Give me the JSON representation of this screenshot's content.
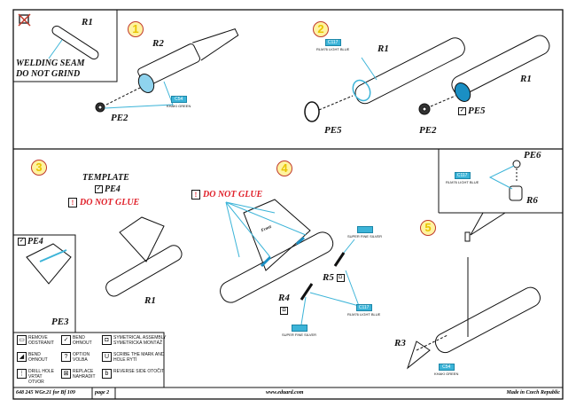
{
  "inset_top": {
    "label": "R1",
    "note_line1": "WELDING SEAM",
    "note_line2": "DO NOT GRIND"
  },
  "step1": {
    "number": "1",
    "part_main": "R2",
    "part_pe": "PE2",
    "paint": {
      "code": "C54",
      "name": "KHAKI GREEN"
    }
  },
  "step2": {
    "number": "2",
    "part_left": "R1",
    "part_right": "R1",
    "pe_ring": "PE5",
    "pe_disc": "PE2",
    "pe_bend": "PE5",
    "paint": {
      "code": "C117",
      "name": "RLM76 LIGHT BLUE"
    }
  },
  "step3": {
    "number": "3",
    "template_title": "TEMPLATE",
    "template_part": "PE4",
    "warning": "DO NOT GLUE",
    "inset_part": "PE4",
    "inset_part2": "PE3",
    "tube": "R1"
  },
  "step4": {
    "number": "4",
    "warning": "DO NOT GLUE",
    "part_r5": "R5",
    "part_r4": "R4",
    "paint_silver_top": {
      "name": "SUPER FINE SILVER"
    },
    "paint_blue": {
      "code": "C117",
      "name": "RLM76 LIGHT BLUE"
    },
    "paint_silver_bottom": {
      "name": "SUPER FINE SILVER"
    },
    "stamp": "Front"
  },
  "step5": {
    "number": "5",
    "inset_pe": "PE6",
    "inset_part": "R6",
    "inset_paint": {
      "code": "C117",
      "name": "RLM76 LIGHT BLUE"
    },
    "part_r3": "R3",
    "paint": {
      "code": "C54",
      "name": "KHAKI GREEN"
    }
  },
  "legend": [
    {
      "icon": "remove-icon",
      "text": "REMOVE ODSTRANIT"
    },
    {
      "icon": "bend-icon",
      "text": "BEND OHNOUT"
    },
    {
      "icon": "symmetrical-icon",
      "text": "SYMETRICAL ASSEMBLY SYMETRICKÁ MONTÁŽ"
    },
    {
      "icon": "bend-cross-icon",
      "text": "BEND OHNOUT"
    },
    {
      "icon": "option-icon",
      "text": "OPTION VOLBA"
    },
    {
      "icon": "score-icon",
      "text": "SCRIBE THE MARK AND HOLE RYTÍ"
    },
    {
      "icon": "drill-icon",
      "text": "DRILL HOLE VRTAT OTVOR"
    },
    {
      "icon": "replace-icon",
      "text": "REPLACE NAHRADIT"
    },
    {
      "icon": "reverse-icon",
      "text": "REVERSE SIDE OTOČIT"
    }
  ],
  "footer": {
    "code": "648 245  WGr.21 for Bf 109",
    "page": "page 2",
    "url": "www.eduard.com",
    "made": "Made in Czech Republic"
  },
  "colors": {
    "paint_blue": "#3cb4d8",
    "warning_red": "#e0202a",
    "step_yellow": "#fff3a0"
  }
}
